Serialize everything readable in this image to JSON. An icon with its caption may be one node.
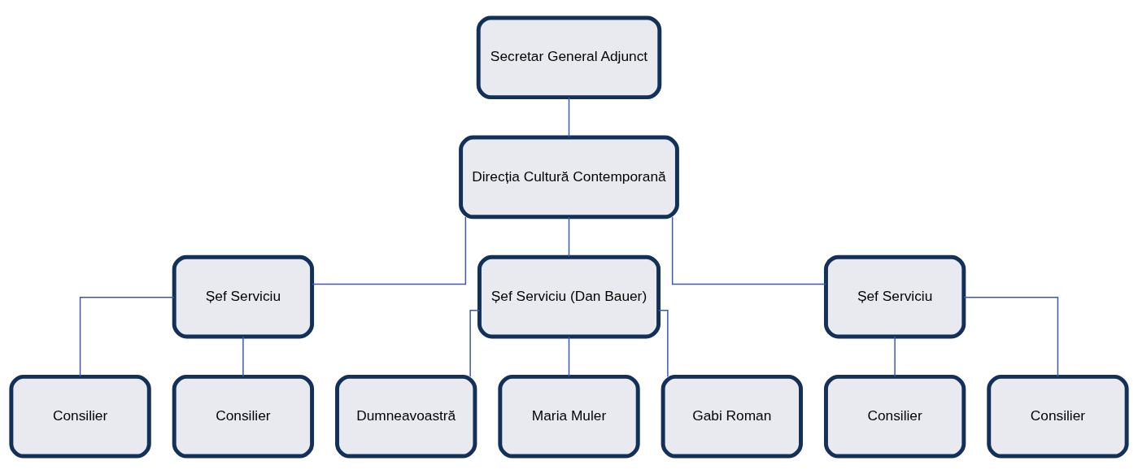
{
  "diagram": {
    "nodes": [
      {
        "text": [
          "Secretar General Adjunct"
        ]
      },
      {
        "text": [
          "Direcția Cultură Contemporană"
        ]
      },
      {
        "text": [
          "Șef Serviciu"
        ]
      },
      {
        "text": [
          "Șef Serviciu (Dan Bauer)"
        ]
      },
      {
        "text": [
          "Șef Serviciu"
        ]
      },
      {
        "text": [
          "Consilier"
        ]
      },
      {
        "text": [
          "Consilier"
        ]
      },
      {
        "text": [
          "Dumneavoastră"
        ]
      },
      {
        "text": [
          "Maria Muler"
        ]
      },
      {
        "text": [
          "Gabi Roman"
        ]
      },
      {
        "text": [
          "Consilier"
        ]
      },
      {
        "text": [
          "Consilier"
        ]
      }
    ],
    "edges": [
      {
        "from": 0,
        "to": 1,
        "arrow": "none"
      },
      {
        "from": 1,
        "to": 2,
        "arrow": "none"
      },
      {
        "from": 1,
        "to": 3,
        "arrow": "none"
      },
      {
        "from": 1,
        "to": 4,
        "arrow": "none"
      },
      {
        "from": 2,
        "to": 5,
        "arrow": "none"
      },
      {
        "from": 2,
        "to": 6,
        "arrow": "none"
      },
      {
        "from": 3,
        "to": 7,
        "arrow": "none"
      },
      {
        "from": 3,
        "to": 8,
        "arrow": "none"
      },
      {
        "from": 3,
        "to": 9,
        "arrow": "none"
      },
      {
        "from": 4,
        "to": 10,
        "arrow": "none"
      },
      {
        "from": 4,
        "to": 11,
        "arrow": "none"
      }
    ]
  }
}
